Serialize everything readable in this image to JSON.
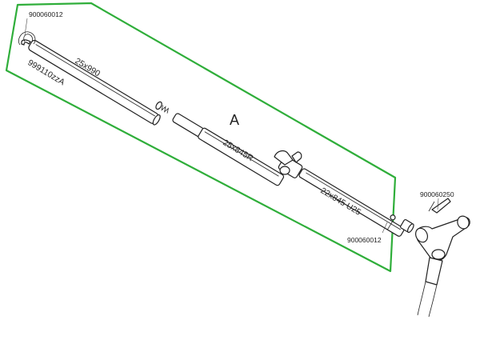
{
  "colors": {
    "boundary": "#2fae3a",
    "line": "#222222",
    "background": "#ffffff"
  },
  "group_label": "A",
  "parts": {
    "hook_left_code": "900060012",
    "tube_upper_code": "999110zzA",
    "tube_upper_size": "25x990",
    "tube_middle_size": "25x845R",
    "tube_lower_size": "22x845 U25",
    "end_cap_code": "900060012",
    "connector_code": "900060250"
  }
}
